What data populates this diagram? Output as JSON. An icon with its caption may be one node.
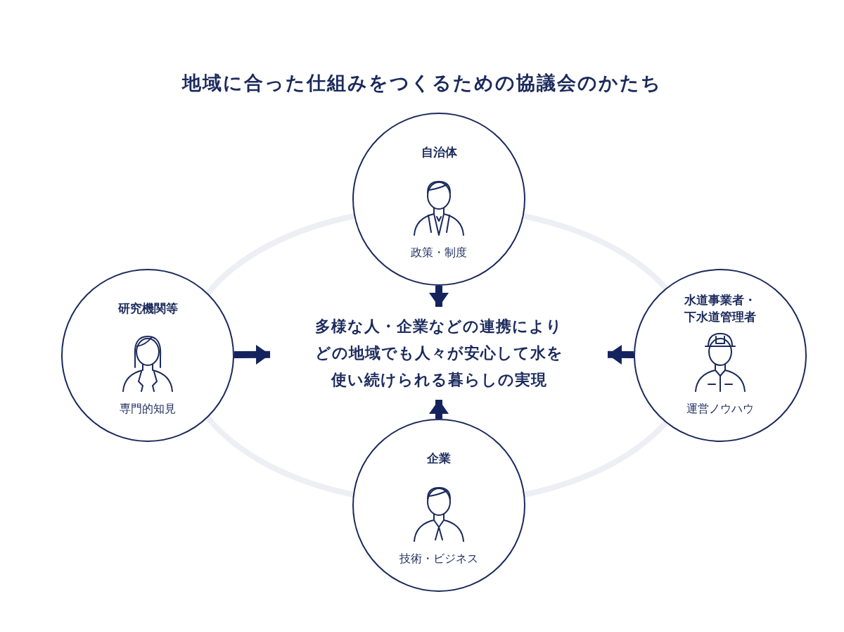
{
  "diagram": {
    "title": "地域に合った仕組みをつくるための協議会のかたち",
    "nodes": [
      {
        "text": [
          "自治体",
          "政策・制度"
        ]
      },
      {
        "text": [
          "研究機関等",
          "専門的知見"
        ]
      },
      {
        "text": [
          "多様な人・企業などの連携によりどの地域でも人々が安心して水を使い続けられる暮らしの実現"
        ]
      },
      {
        "text": [
          "水道事業者・下水道管理者",
          "運営ノウハウ"
        ]
      },
      {
        "text": [
          "企業",
          "技術・ビジネス"
        ]
      }
    ],
    "edges": [
      {
        "from": 0,
        "to": 2,
        "arrow": "to"
      },
      {
        "from": 1,
        "to": 2,
        "arrow": "to"
      },
      {
        "from": 3,
        "to": 2,
        "arrow": "to"
      },
      {
        "from": 4,
        "to": 2,
        "arrow": "to"
      }
    ]
  }
}
